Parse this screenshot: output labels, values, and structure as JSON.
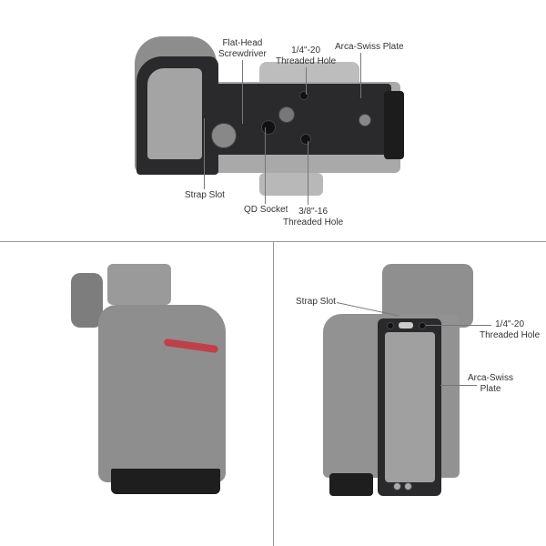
{
  "top_view": {
    "labels": {
      "flat_head": "Flat-Head\nScrewdriver",
      "quarter_hole": "1/4\"-20\nThreaded Hole",
      "arca": "Arca-Swiss Plate",
      "strap": "Strap Slot",
      "qd": "QD Socket",
      "three_eighths": "3/8\"-16\nThreaded Hole"
    }
  },
  "side_view": {
    "labels": {
      "strap": "Strap Slot",
      "quarter_hole": "1/4\"-20\nThreaded Hole",
      "arca": "Arca-Swiss\nPlate"
    }
  },
  "colors": {
    "plate": "#2a2a2c",
    "camera": "#9c9c9c",
    "accent_red": "#c0404a",
    "divider": "#999999"
  }
}
